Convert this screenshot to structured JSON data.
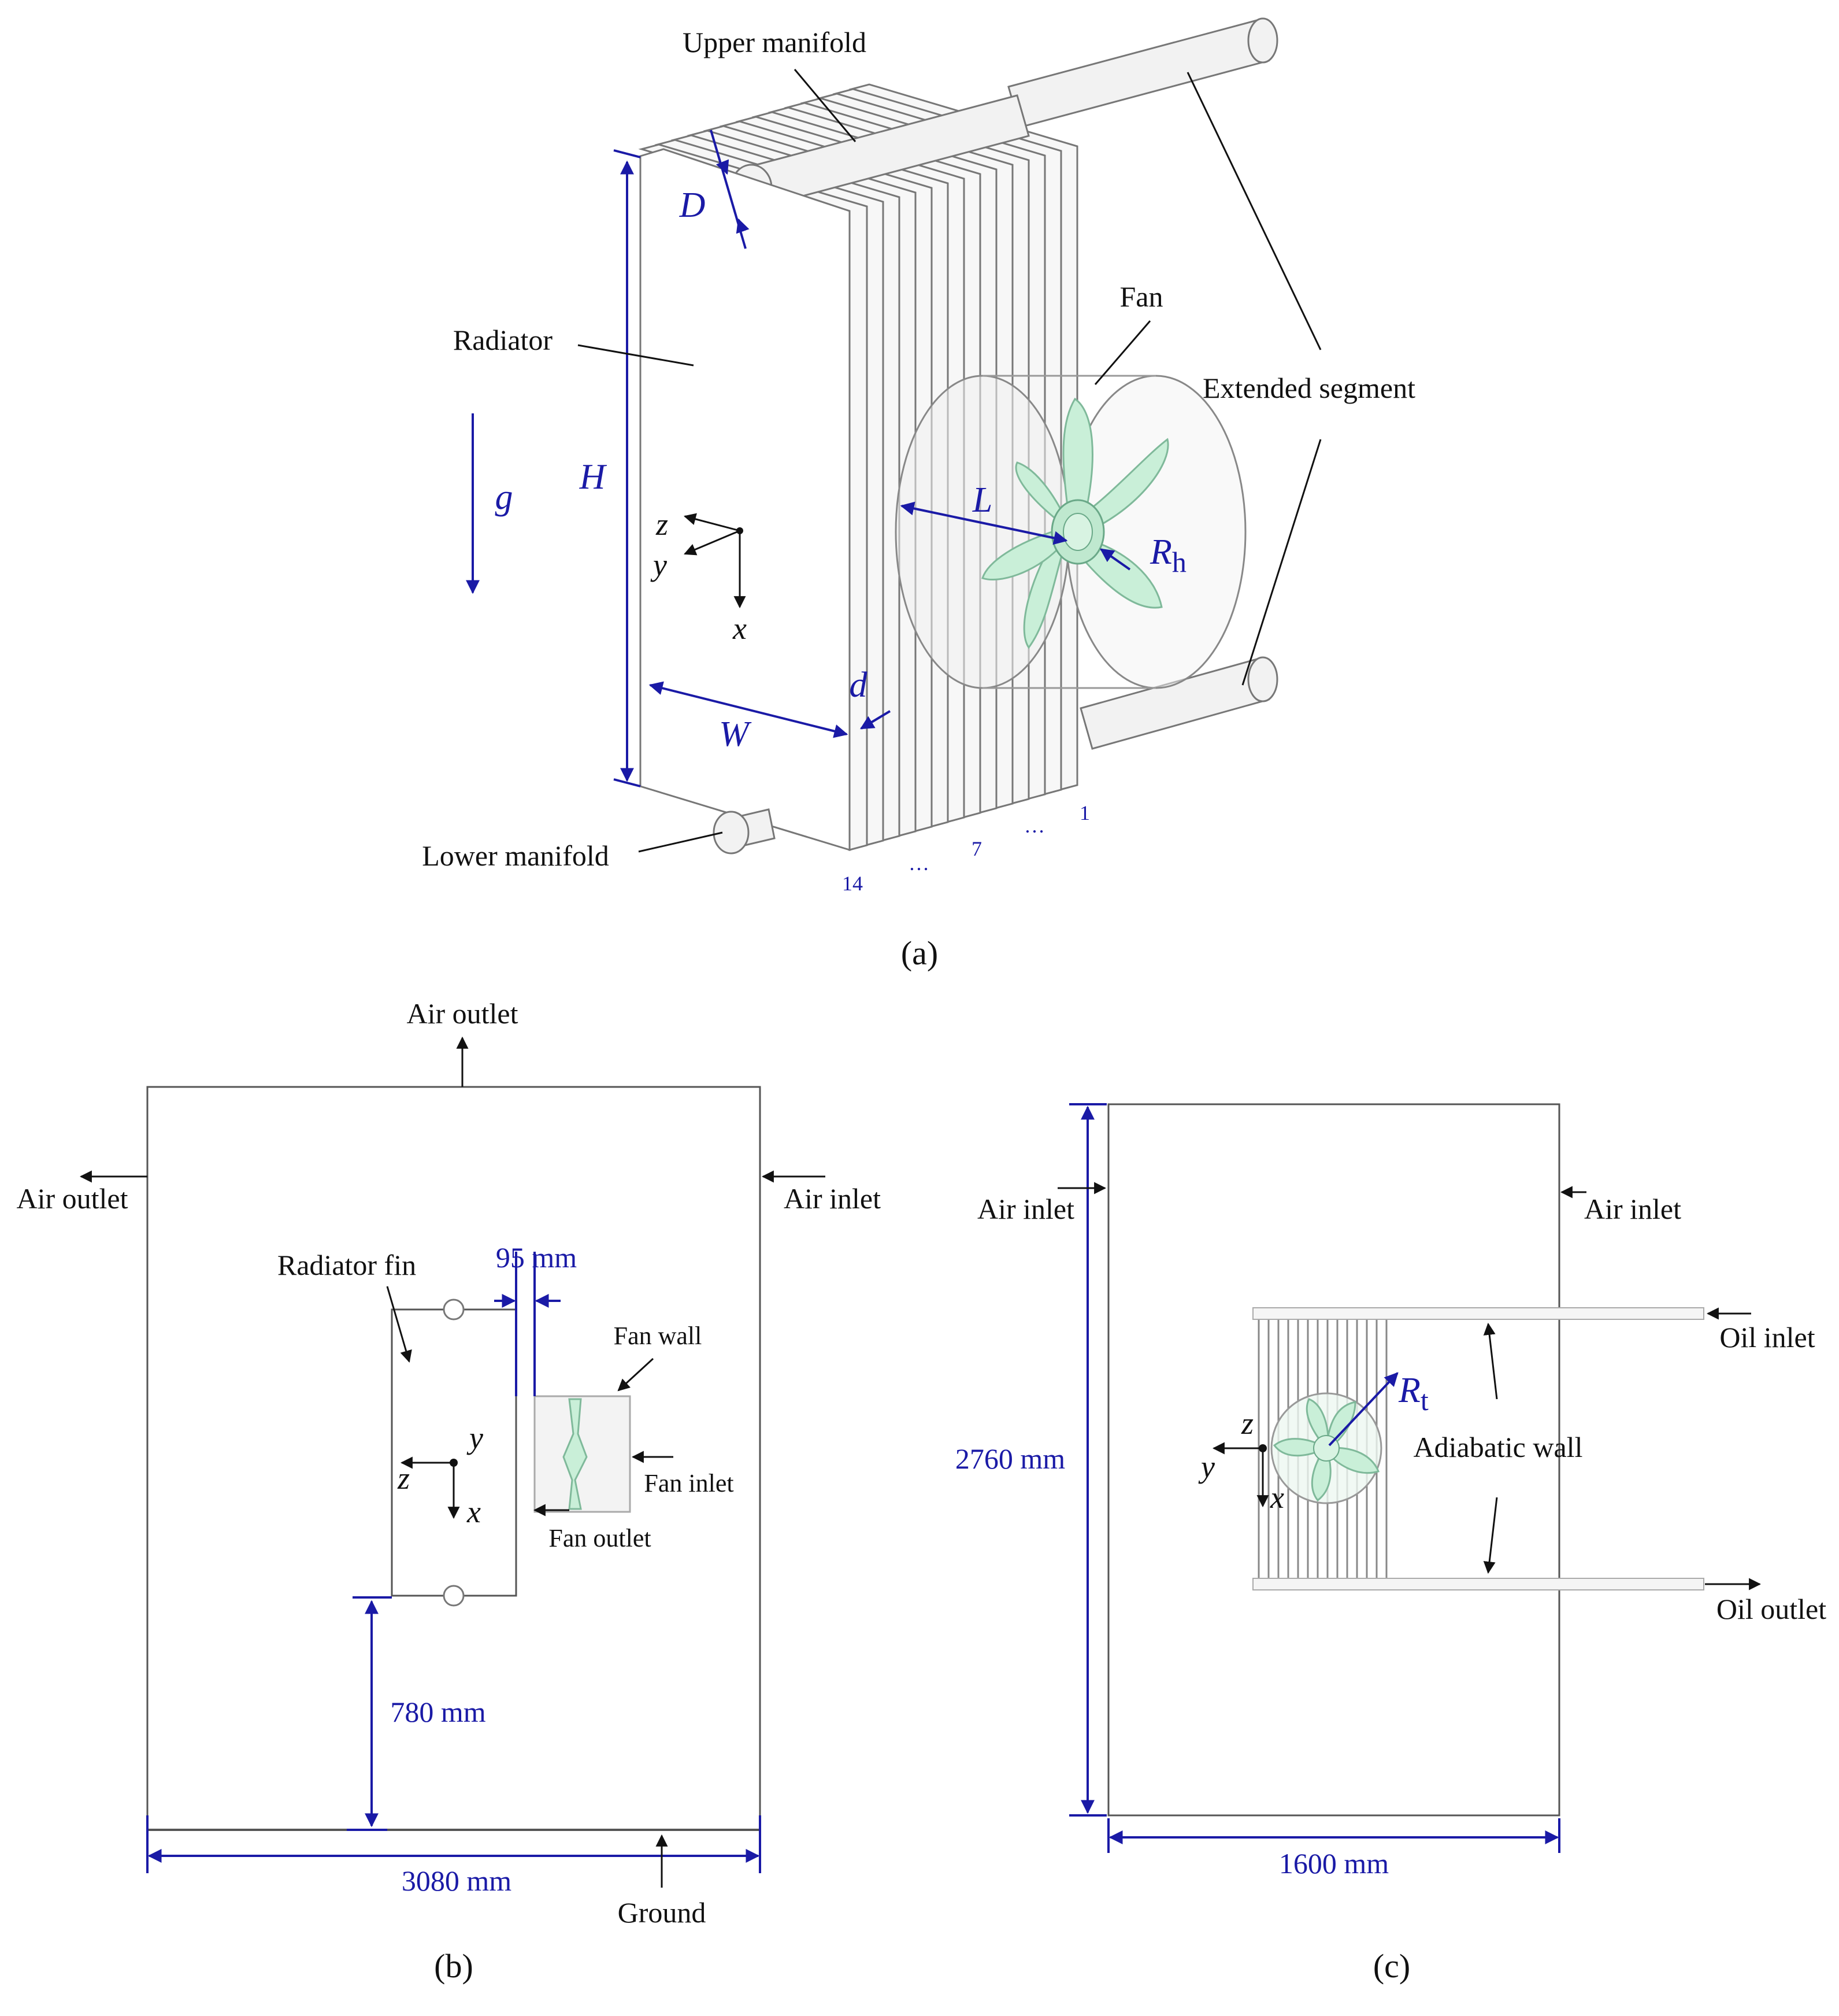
{
  "panel_a": {
    "labels": {
      "upper_manifold": "Upper manifold",
      "radiator": "Radiator",
      "fan": "Fan",
      "extended_segment": "Extended segment",
      "lower_manifold": "Lower manifold"
    },
    "dims": {
      "D": "D",
      "H": "H",
      "L": "L",
      "W": "W",
      "d": "d",
      "g": "g",
      "Rh_main": "R",
      "Rh_sub": "h"
    },
    "axes": {
      "z": "z",
      "y": "y",
      "x": "x"
    },
    "fin_index": {
      "first": "1",
      "mid": "7",
      "last": "14",
      "dots": "…"
    },
    "caption": "(a)"
  },
  "panel_b": {
    "labels": {
      "air_outlet_top": "Air outlet",
      "air_outlet_left": "Air outlet",
      "air_inlet_right": "Air inlet",
      "radiator_fin": "Radiator fin",
      "fan_wall": "Fan wall",
      "fan_inlet": "Fan inlet",
      "fan_outlet": "Fan outlet",
      "ground": "Ground"
    },
    "dims": {
      "gap": "95 mm",
      "height": "780 mm",
      "width": "3080 mm"
    },
    "axes": {
      "y": "y",
      "z": "z",
      "x": "x"
    },
    "caption": "(b)"
  },
  "panel_c": {
    "labels": {
      "air_inlet_left": "Air inlet",
      "air_inlet_right": "Air inlet",
      "oil_inlet": "Oil inlet",
      "oil_outlet": "Oil outlet",
      "adiabatic_wall": "Adiabatic wall"
    },
    "dims": {
      "height": "2760 mm",
      "width": "1600 mm",
      "Rt_main": "R",
      "Rt_sub": "t"
    },
    "axes": {
      "z": "z",
      "y": "y",
      "x": "x"
    },
    "caption": "(c)"
  }
}
